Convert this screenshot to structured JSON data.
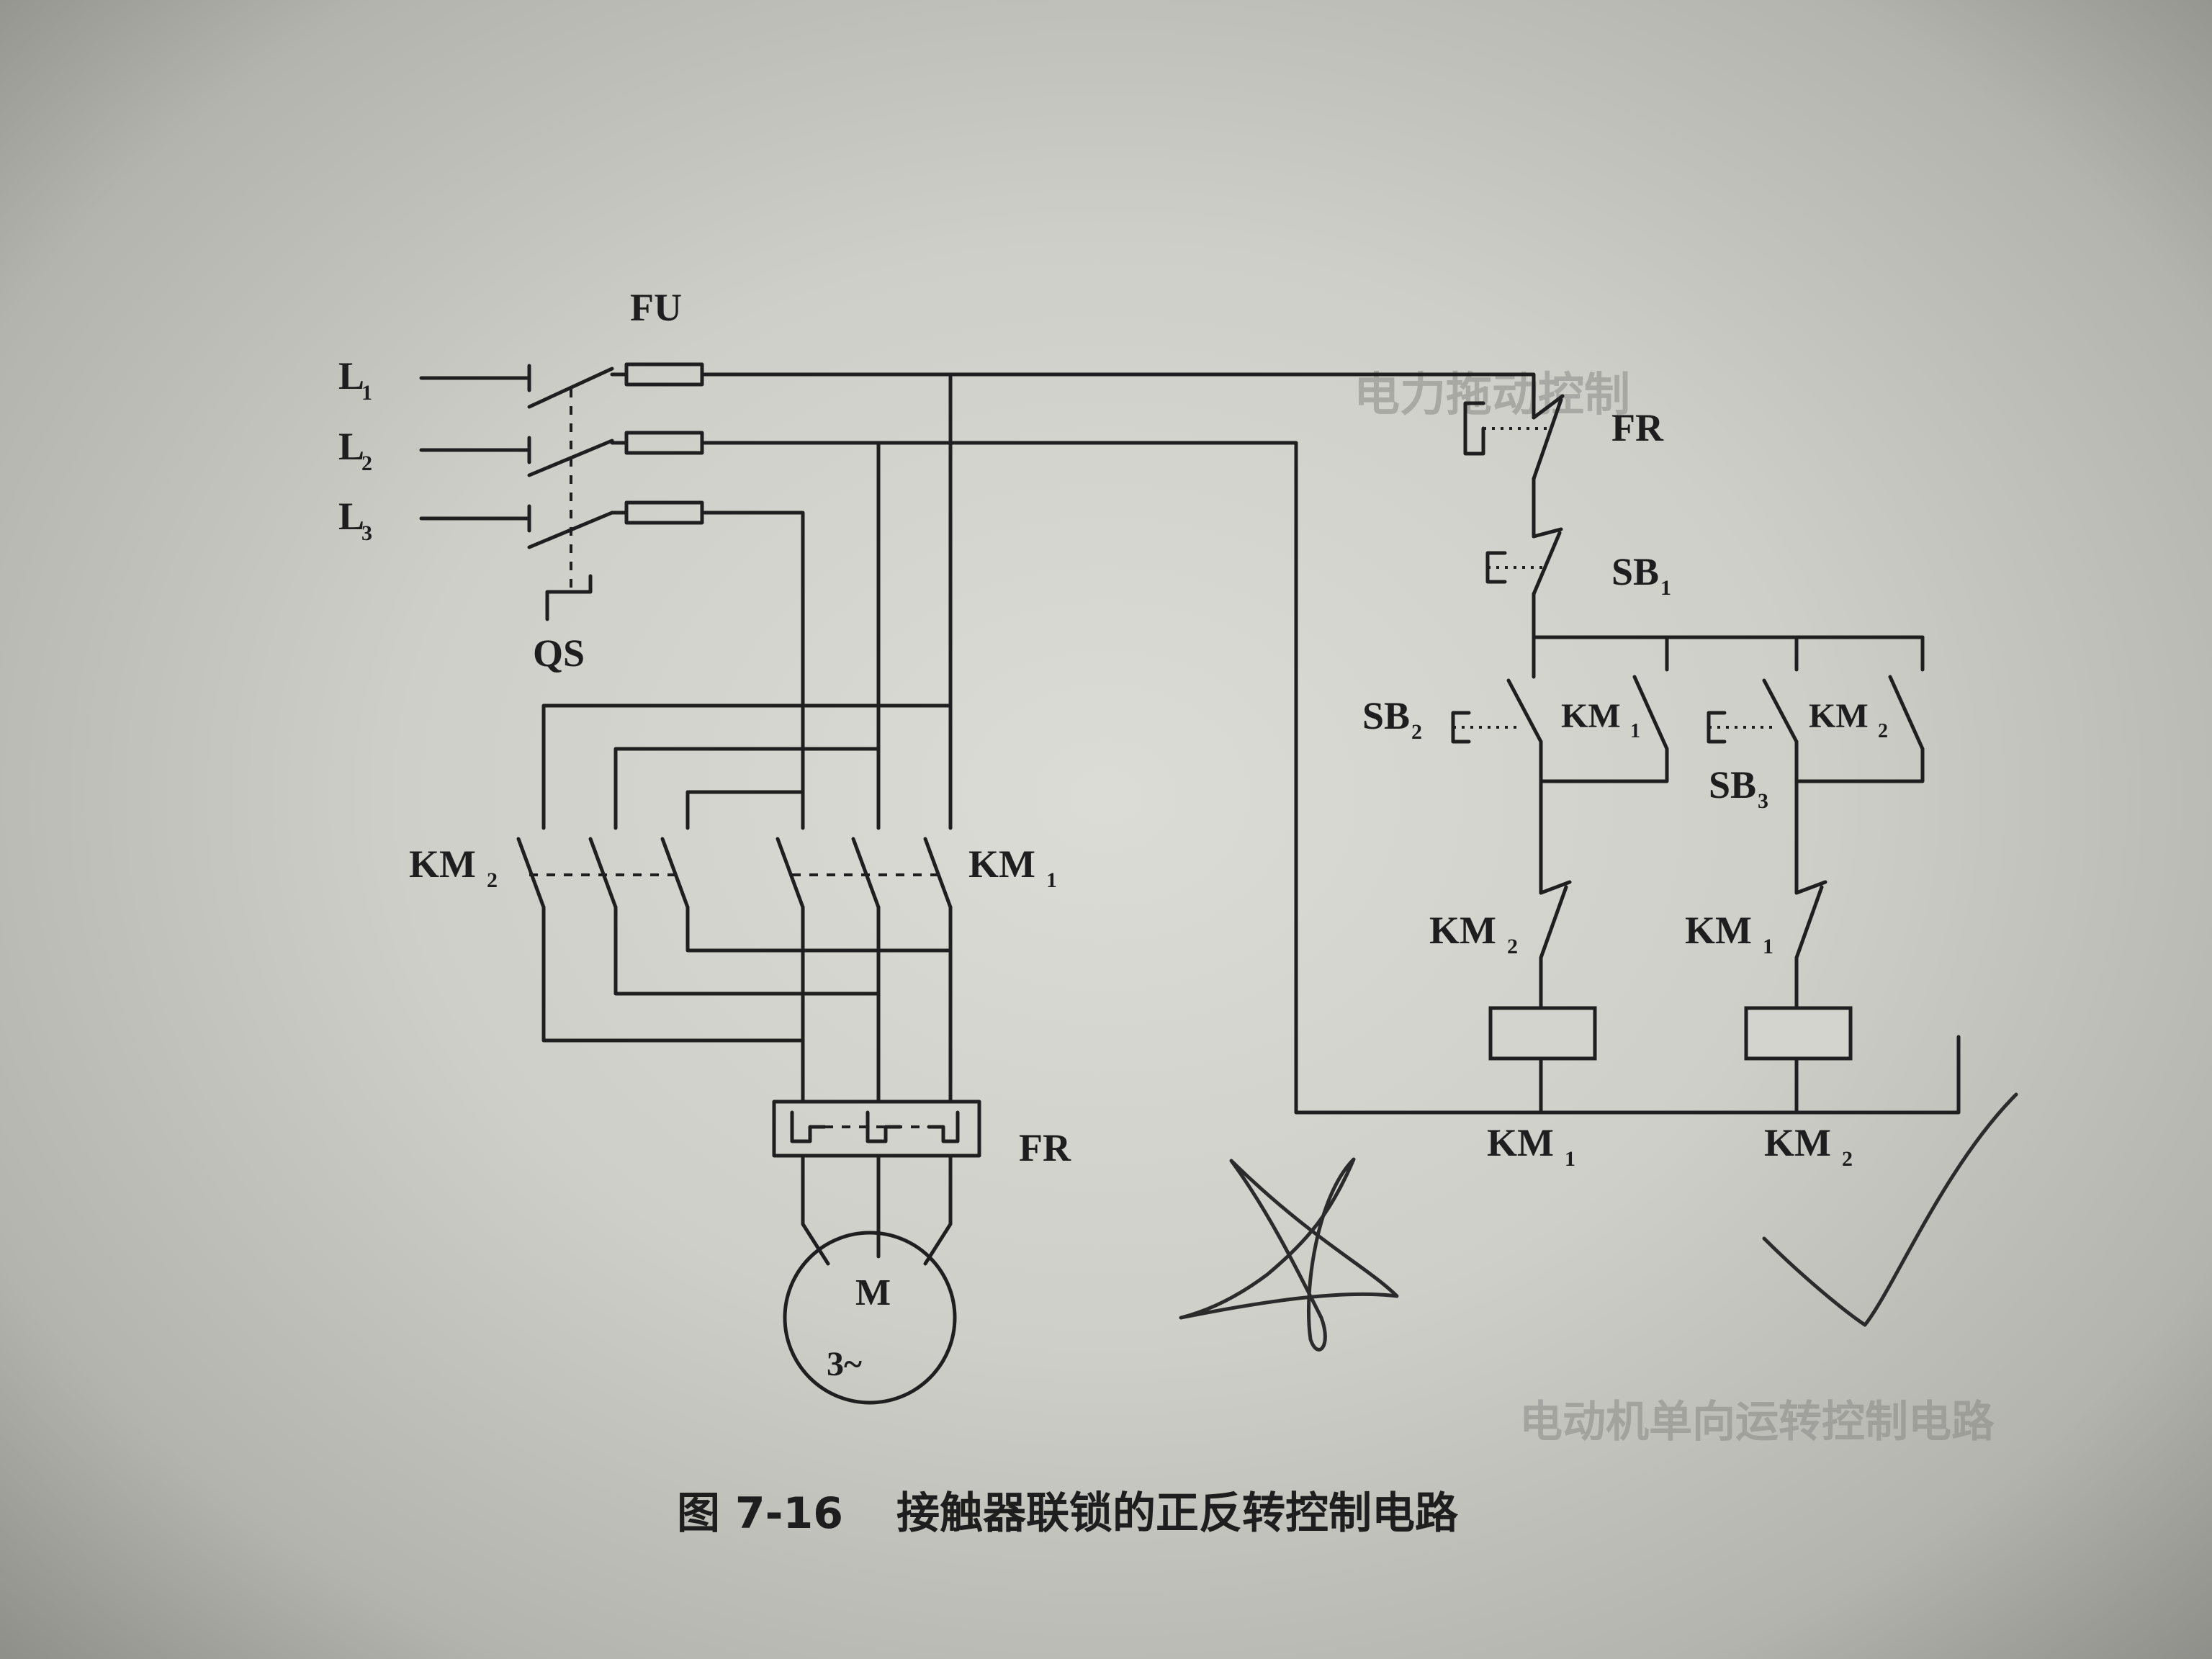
{
  "labels": {
    "fu": "FU",
    "l1": "L",
    "l1_sub": "1",
    "l2": "L",
    "l2_sub": "2",
    "l3": "L",
    "l3_sub": "3",
    "qs": "QS",
    "km2_main": "KM",
    "km2_main_sub": "2",
    "km1_main": "KM",
    "km1_main_sub": "1",
    "fr_main": "FR",
    "motor_m": "M",
    "motor_phase": "3~",
    "fr_ctrl": "FR",
    "sb1": "SB",
    "sb1_sub": "1",
    "sb2": "SB",
    "sb2_sub": "2",
    "km1_aux": "KM",
    "km1_aux_sub": "1",
    "km2_aux": "KM",
    "km2_aux_sub": "2",
    "sb3": "SB",
    "sb3_sub": "3",
    "km2_nc": "KM",
    "km2_nc_sub": "2",
    "km1_nc": "KM",
    "km1_nc_sub": "1",
    "km1_coil": "KM",
    "km1_coil_sub": "1",
    "km2_coil": "KM",
    "km2_coil_sub": "2"
  },
  "caption": {
    "number": "图 7-16",
    "title": "接触器联锁的正反转控制电路"
  },
  "bleed_through": {
    "line1": "电动机单向运转控制电路",
    "line2": "电力拖动控制"
  }
}
